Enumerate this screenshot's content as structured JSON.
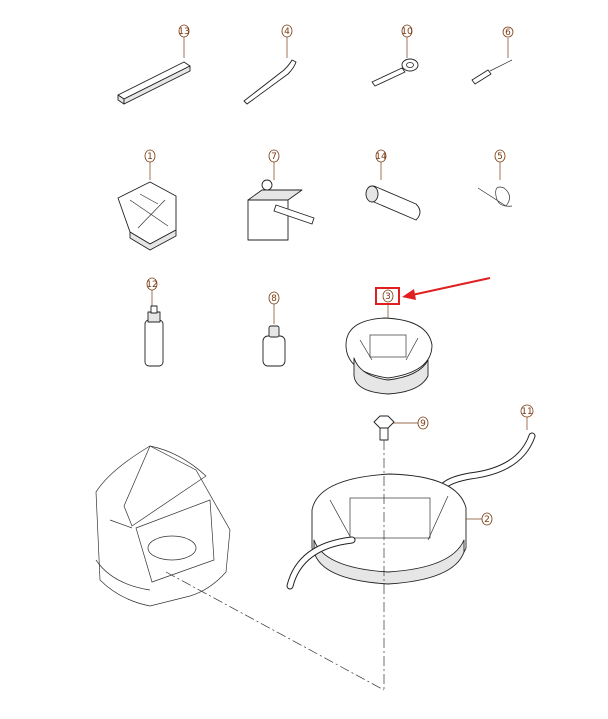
{
  "callouts": [
    {
      "id": "c13",
      "label": "13"
    },
    {
      "id": "c4",
      "label": "4"
    },
    {
      "id": "c10",
      "label": "10"
    },
    {
      "id": "c6",
      "label": "6"
    },
    {
      "id": "c1",
      "label": "1"
    },
    {
      "id": "c7",
      "label": "7"
    },
    {
      "id": "c14",
      "label": "14"
    },
    {
      "id": "c5",
      "label": "5"
    },
    {
      "id": "c12",
      "label": "12"
    },
    {
      "id": "c8",
      "label": "8"
    },
    {
      "id": "c3",
      "label": "3"
    },
    {
      "id": "c9",
      "label": "9"
    },
    {
      "id": "c11",
      "label": "11"
    },
    {
      "id": "c2",
      "label": "2"
    }
  ],
  "colors": {
    "callout": "#7a3a10",
    "highlight": "#e02020",
    "line": "#222222"
  }
}
